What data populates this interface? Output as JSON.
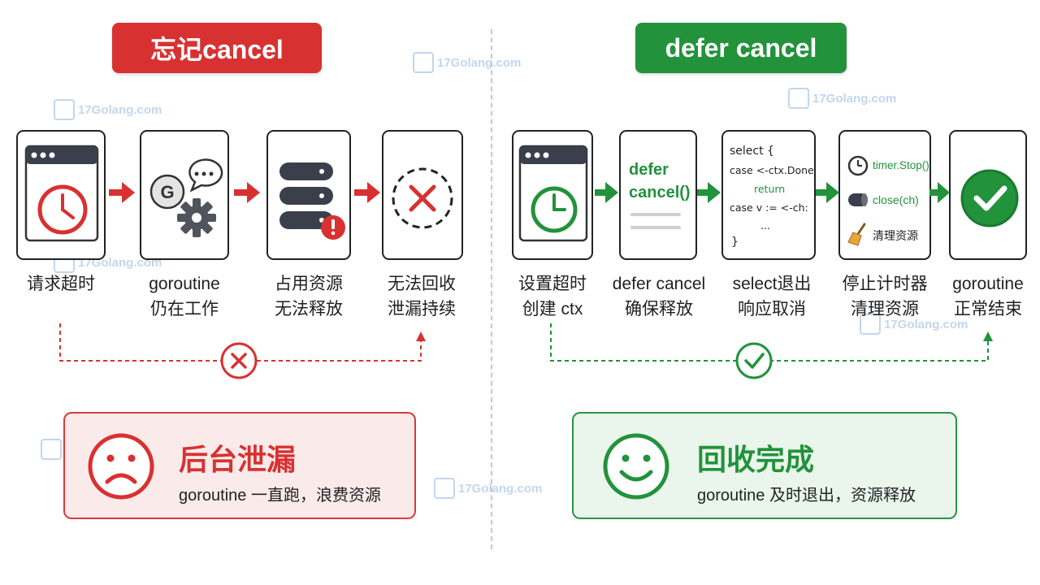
{
  "left": {
    "title": "忘记cancel",
    "captions": [
      [
        "请求超时"
      ],
      [
        "goroutine",
        "仍在工作"
      ],
      [
        "占用资源",
        "无法释放"
      ],
      [
        "无法回收",
        "泄漏持续"
      ]
    ],
    "result_title": "后台泄漏",
    "result_text": "goroutine 一直跑，浪费资源"
  },
  "right": {
    "title": "defer cancel",
    "captions": [
      [
        "设置超时",
        "创建 ctx"
      ],
      [
        "defer cancel",
        "确保释放"
      ],
      [
        "select退出",
        "响应取消"
      ],
      [
        "停止计时器",
        "清理资源"
      ],
      [
        "goroutine",
        "正常结束"
      ]
    ],
    "defer_card": [
      "defer",
      "cancel()"
    ],
    "select_code": [
      "select {",
      "case <-ctx.Done():",
      "return",
      "case v := <-ch:",
      "...",
      "}"
    ],
    "cleanup_items": [
      "timer.Stop()",
      "close(ch)",
      "清理资源"
    ],
    "result_title": "回收完成",
    "result_text": "goroutine 及时退出，资源释放"
  },
  "watermark": "17Golang.com",
  "colors": {
    "red": "#d83131",
    "green": "#22923b",
    "dark": "#3a3f4b"
  },
  "icons": [
    "clock-icon",
    "chat-gear-icon",
    "server-alert-icon",
    "dashed-x-icon",
    "check-circle-icon",
    "sad-face-icon",
    "smile-face-icon",
    "broom-icon"
  ]
}
